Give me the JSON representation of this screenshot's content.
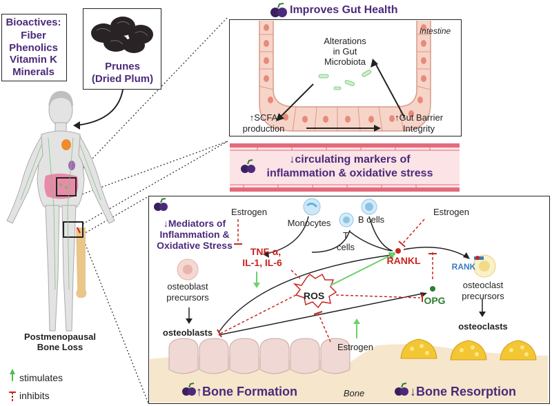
{
  "bioactives": {
    "title": "Bioactives:",
    "items": [
      "Fiber",
      "Phenolics",
      "Vitamin K",
      "Minerals"
    ]
  },
  "prunes": {
    "line1": "Prunes",
    "line2": "(Dried Plum)"
  },
  "gut": {
    "heading": "Improves Gut Health",
    "region_label": "Intestine",
    "microbiota": [
      "Alterations",
      "in Gut",
      "Microbiota"
    ],
    "scfa": [
      "↑SCFA",
      "production"
    ],
    "barrier": [
      "↑Gut Barrier",
      "Integrity"
    ]
  },
  "vessel": {
    "line1": "↓circulating markers of",
    "line2": "inflammation & oxidative stress"
  },
  "body": {
    "caption_line1": "Postmenopausal",
    "caption_line2": "Bone Loss"
  },
  "legend": {
    "stimulates": "stimulates",
    "inhibits": "inhibits"
  },
  "bone": {
    "mediators": [
      "↓Mediators of",
      "Inflammation &",
      "Oxidative Stress"
    ],
    "estrogen_top_left": "Estrogen",
    "estrogen_top_right": "Estrogen",
    "estrogen_bottom": "Estrogen",
    "monocytes": "Monocytes",
    "bcells": "B cells",
    "tcells": [
      "T",
      "cells"
    ],
    "cytokines": [
      "TNF-α,",
      "IL-1, IL-6"
    ],
    "rankl": "RANKL",
    "rank": "RANK",
    "opg": "OPG",
    "ros": "ROS",
    "ob_precursors": [
      "osteoblast",
      "precursors"
    ],
    "osteoblasts": "osteoblasts",
    "oc_precursors": [
      "osteoclast",
      "precursors"
    ],
    "osteoclasts": "osteoclasts",
    "formation": "↑Bone Formation",
    "resorption": "↓Bone Resorption",
    "bone_label": "Bone"
  },
  "colors": {
    "purple": "#4b2a7a",
    "red": "#c8241f",
    "green": "#2e7d2e",
    "stim_arrow": "#6bd16b",
    "bone": "#f5e6cc"
  }
}
